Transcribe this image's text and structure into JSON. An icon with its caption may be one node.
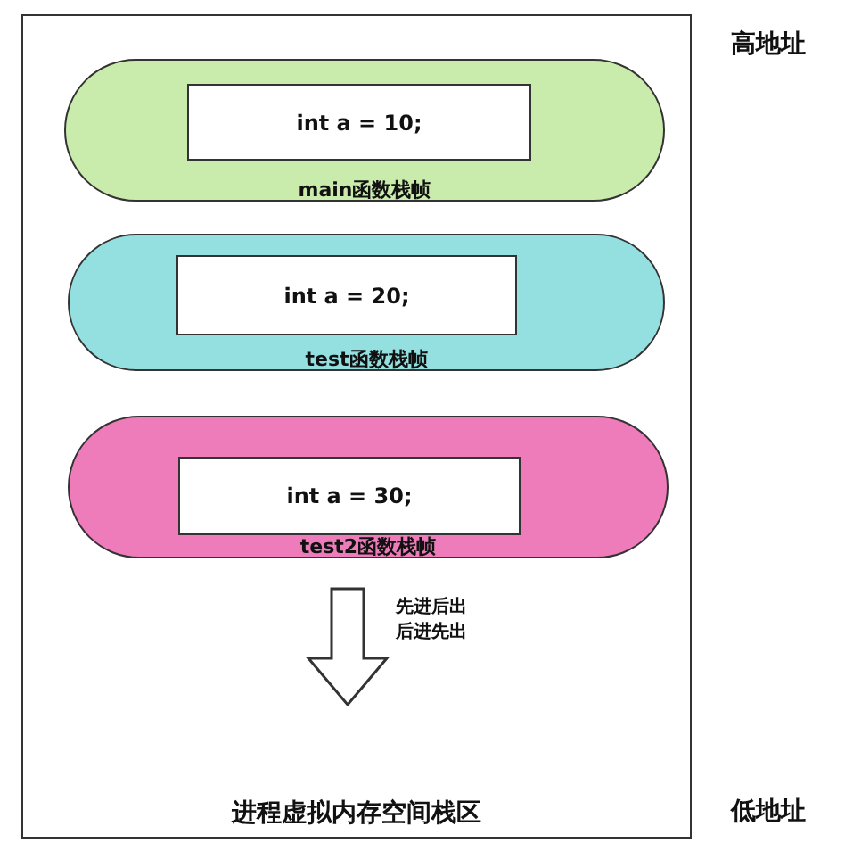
{
  "diagram": {
    "nodes": [
      {
        "text": [
          "进程虚拟内存空间栈区"
        ]
      },
      {
        "text": [
          "main函数栈帧"
        ],
        "in": 0
      },
      {
        "text": [
          "int a = 10;"
        ],
        "in": 1
      },
      {
        "text": [
          "test函数栈帧"
        ],
        "in": 0
      },
      {
        "text": [
          "int a = 20;"
        ],
        "in": 3
      },
      {
        "text": [
          "test2函数栈帧"
        ],
        "in": 0
      },
      {
        "text": [
          "int a = 30;"
        ],
        "in": 5
      }
    ],
    "labels": [
      "高地址",
      "先进后出",
      "后进先出",
      "低地址"
    ]
  }
}
